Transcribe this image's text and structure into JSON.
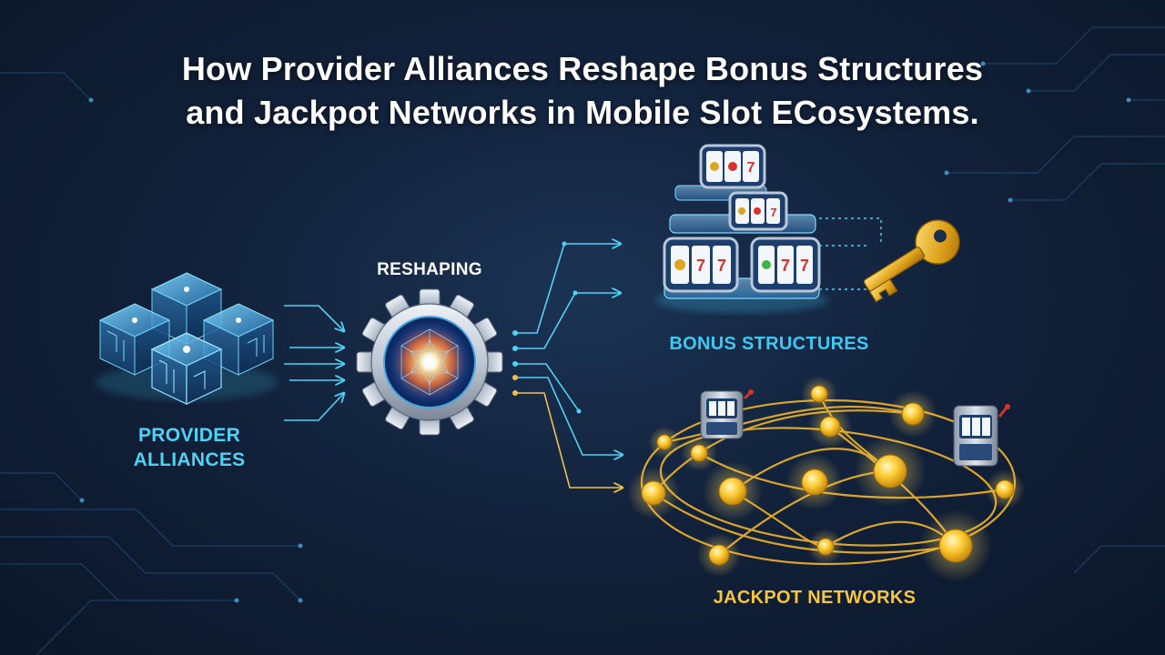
{
  "title": {
    "line1": "How Provider Alliances Reshape Bonus Structures",
    "line2": "and Jackpot Networks in Mobile Slot ECosystems."
  },
  "nodes": {
    "provider_line1": "PROVIDER",
    "provider_line2": "ALLIANCES",
    "reshaping": "RESHAPING",
    "bonus": "BONUS STRUCTURES",
    "jackpot": "JACKPOT NETWORKS"
  },
  "colors": {
    "background": "#12223b",
    "cyan": "#3fc8f2",
    "gold": "#f5c542",
    "white": "#ffffff"
  },
  "icons": {
    "provider": "cube-cluster-icon",
    "reshaping": "gear-icon",
    "bonus": "slot-reel-stack-icon",
    "key": "key-icon",
    "jackpot": "golden-network-icon"
  }
}
